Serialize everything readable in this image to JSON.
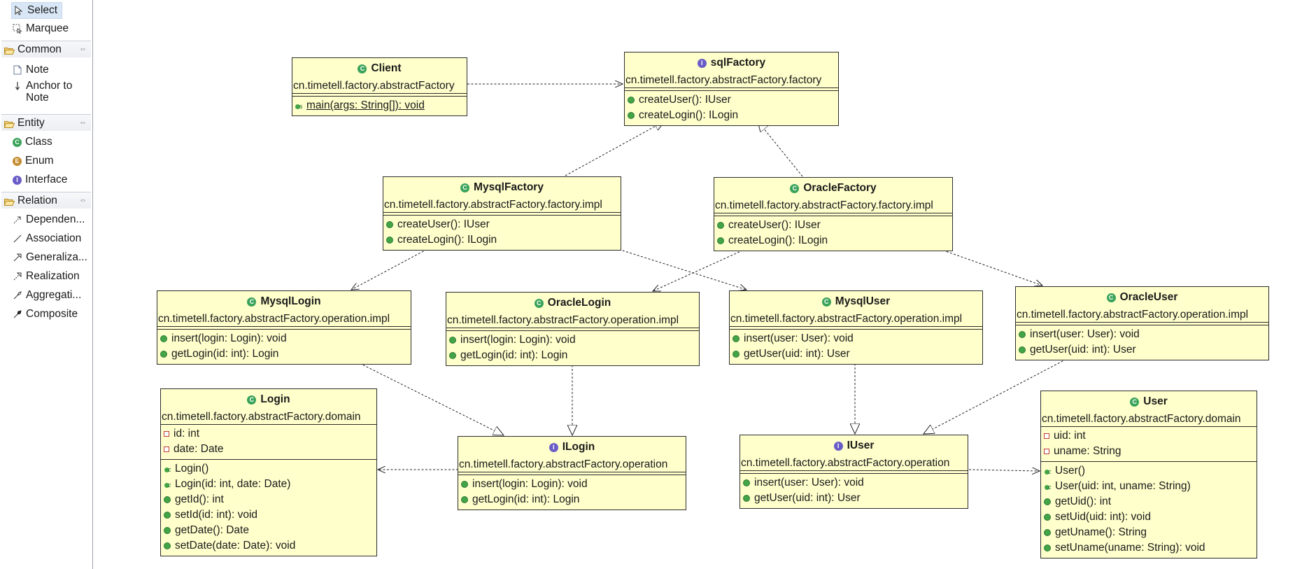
{
  "palette": {
    "tools": [
      {
        "label": "Select",
        "icon": "arrow-cursor-icon"
      },
      {
        "label": "Marquee",
        "icon": "marquee-icon"
      }
    ],
    "groups": [
      {
        "label": "Common",
        "items": [
          {
            "label": "Note",
            "icon": "note-icon"
          },
          {
            "label": "Anchor to Note",
            "icon": "anchor-arrow-icon"
          }
        ]
      },
      {
        "label": "Entity",
        "items": [
          {
            "label": "Class",
            "icon": "class-icon"
          },
          {
            "label": "Enum",
            "icon": "enum-icon"
          },
          {
            "label": "Interface",
            "icon": "interface-icon"
          }
        ]
      },
      {
        "label": "Relation",
        "items": [
          {
            "label": "Dependen...",
            "icon": "dependency-icon"
          },
          {
            "label": "Association",
            "icon": "association-icon"
          },
          {
            "label": "Generaliza...",
            "icon": "generalization-icon"
          },
          {
            "label": "Realization",
            "icon": "realization-icon"
          },
          {
            "label": "Aggregati...",
            "icon": "aggregation-icon"
          },
          {
            "label": "Composite",
            "icon": "composite-icon"
          }
        ]
      }
    ]
  },
  "colors": {
    "box_fill": "#ffffcc",
    "class_icon": "#3aa35a",
    "interface_icon": "#6a5cc7",
    "method_dot": "#43a447",
    "field_icon": "#c23c3c"
  },
  "diagram": {
    "client": {
      "name": "Client",
      "package": "cn.timetell.factory.abstractFactory",
      "methods": [
        "main(args: String[]): void"
      ]
    },
    "sqlFactory": {
      "name": "sqlFactory",
      "package": "cn.timetell.factory.abstractFactory.factory",
      "methods": [
        "createUser(): IUser",
        "createLogin(): ILogin"
      ]
    },
    "mysqlFactory": {
      "name": "MysqlFactory",
      "package": "cn.timetell.factory.abstractFactory.factory.impl",
      "methods": [
        "createUser(): IUser",
        "createLogin(): ILogin"
      ]
    },
    "oracleFactory": {
      "name": "OracleFactory",
      "package": "cn.timetell.factory.abstractFactory.factory.impl",
      "methods": [
        "createUser(): IUser",
        "createLogin(): ILogin"
      ]
    },
    "mysqlLogin": {
      "name": "MysqlLogin",
      "package": "cn.timetell.factory.abstractFactory.operation.impl",
      "methods": [
        "insert(login: Login): void",
        "getLogin(id: int): Login"
      ]
    },
    "oracleLogin": {
      "name": "OracleLogin",
      "package": "cn.timetell.factory.abstractFactory.operation.impl",
      "methods": [
        "insert(login: Login): void",
        "getLogin(id: int): Login"
      ]
    },
    "mysqlUser": {
      "name": "MysqlUser",
      "package": "cn.timetell.factory.abstractFactory.operation.impl",
      "methods": [
        "insert(user: User): void",
        "getUser(uid: int): User"
      ]
    },
    "oracleUser": {
      "name": "OracleUser",
      "package": "cn.timetell.factory.abstractFactory.operation.impl",
      "methods": [
        "insert(user: User): void",
        "getUser(uid: int): User"
      ]
    },
    "login": {
      "name": "Login",
      "package": "cn.timetell.factory.abstractFactory.domain",
      "fields": [
        "id: int",
        "date: Date"
      ],
      "ctors": [
        "Login()",
        "Login(id: int, date: Date)"
      ],
      "methods": [
        "getId(): int",
        "setId(id: int): void",
        "getDate(): Date",
        "setDate(date: Date): void"
      ]
    },
    "iLogin": {
      "name": "ILogin",
      "package": "cn.timetell.factory.abstractFactory.operation",
      "methods": [
        "insert(login: Login): void",
        "getLogin(id: int): Login"
      ]
    },
    "iUser": {
      "name": "IUser",
      "package": "cn.timetell.factory.abstractFactory.operation",
      "methods": [
        "insert(user: User): void",
        "getUser(uid: int): User"
      ]
    },
    "user": {
      "name": "User",
      "package": "cn.timetell.factory.abstractFactory.domain",
      "fields": [
        "uid: int",
        "uname: String"
      ],
      "ctors": [
        "User()",
        "User(uid: int, uname: String)"
      ],
      "methods": [
        "getUid(): int",
        "setUid(uid: int): void",
        "getUname(): String",
        "setUname(uname: String): void"
      ]
    }
  }
}
